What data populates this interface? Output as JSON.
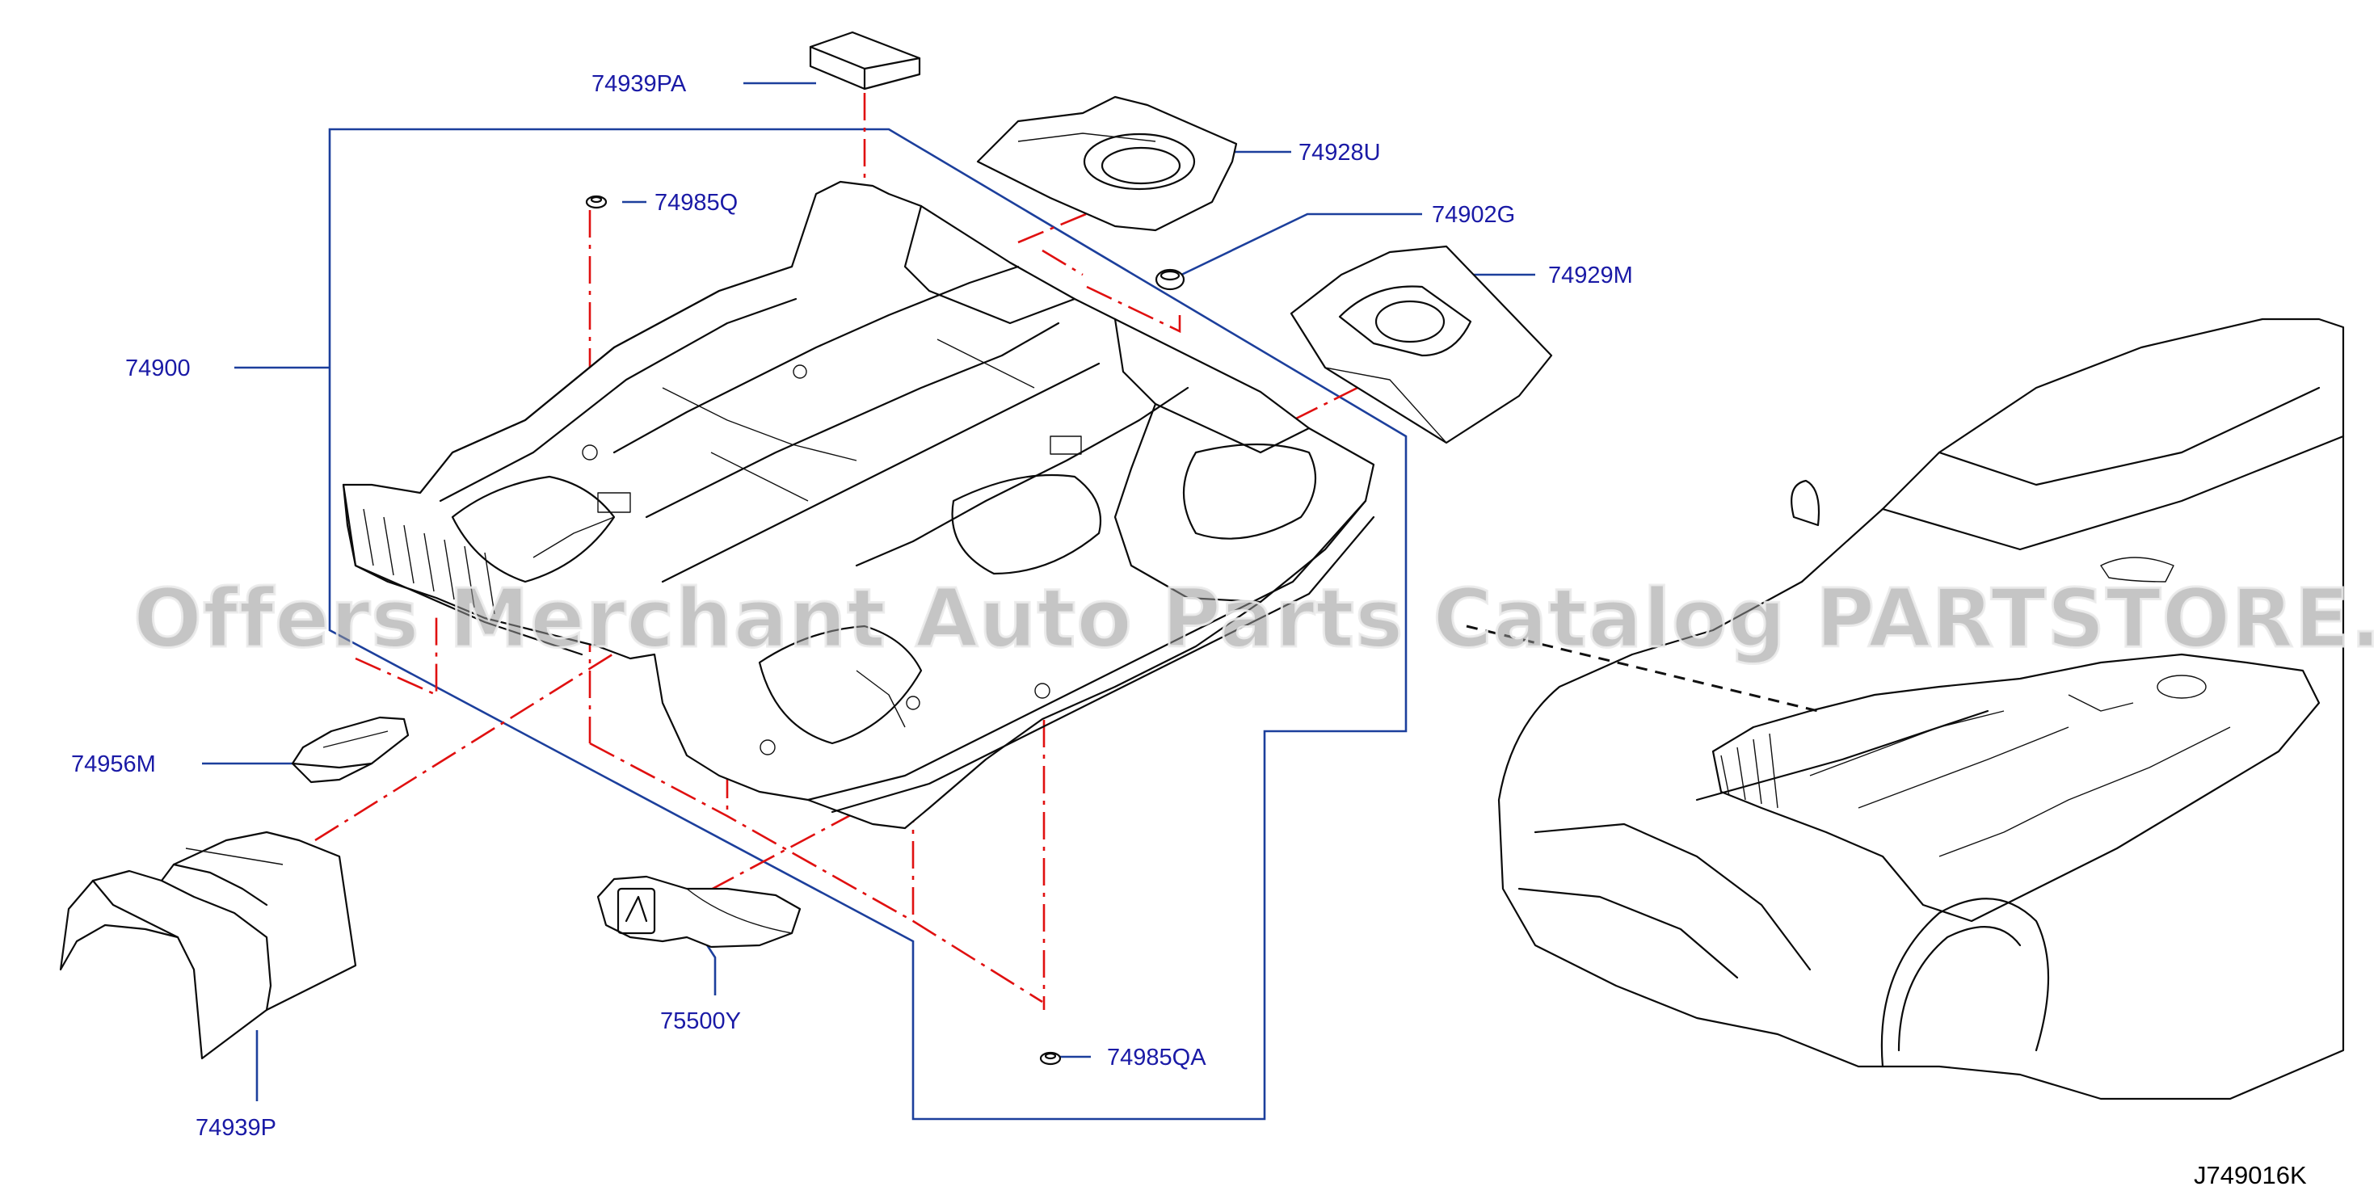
{
  "callouts": {
    "p74939PA": "74939PA",
    "p74928U": "74928U",
    "p74985Q": "74985Q",
    "p74902G": "74902G",
    "p74929M": "74929M",
    "p74900": "74900",
    "p74956M": "74956M",
    "p75500Y": "75500Y",
    "p74985QA": "74985QA",
    "p74939P": "74939P"
  },
  "diagram_code": "J749016K",
  "watermark": "Offers Merchant Auto Parts Catalog PARTSTORE.SA",
  "colors": {
    "callout_text": "#1a1aa6",
    "leader_line": "#1c3f9c",
    "explode_line": "#e01010",
    "drawing": "#0b0b0b"
  }
}
